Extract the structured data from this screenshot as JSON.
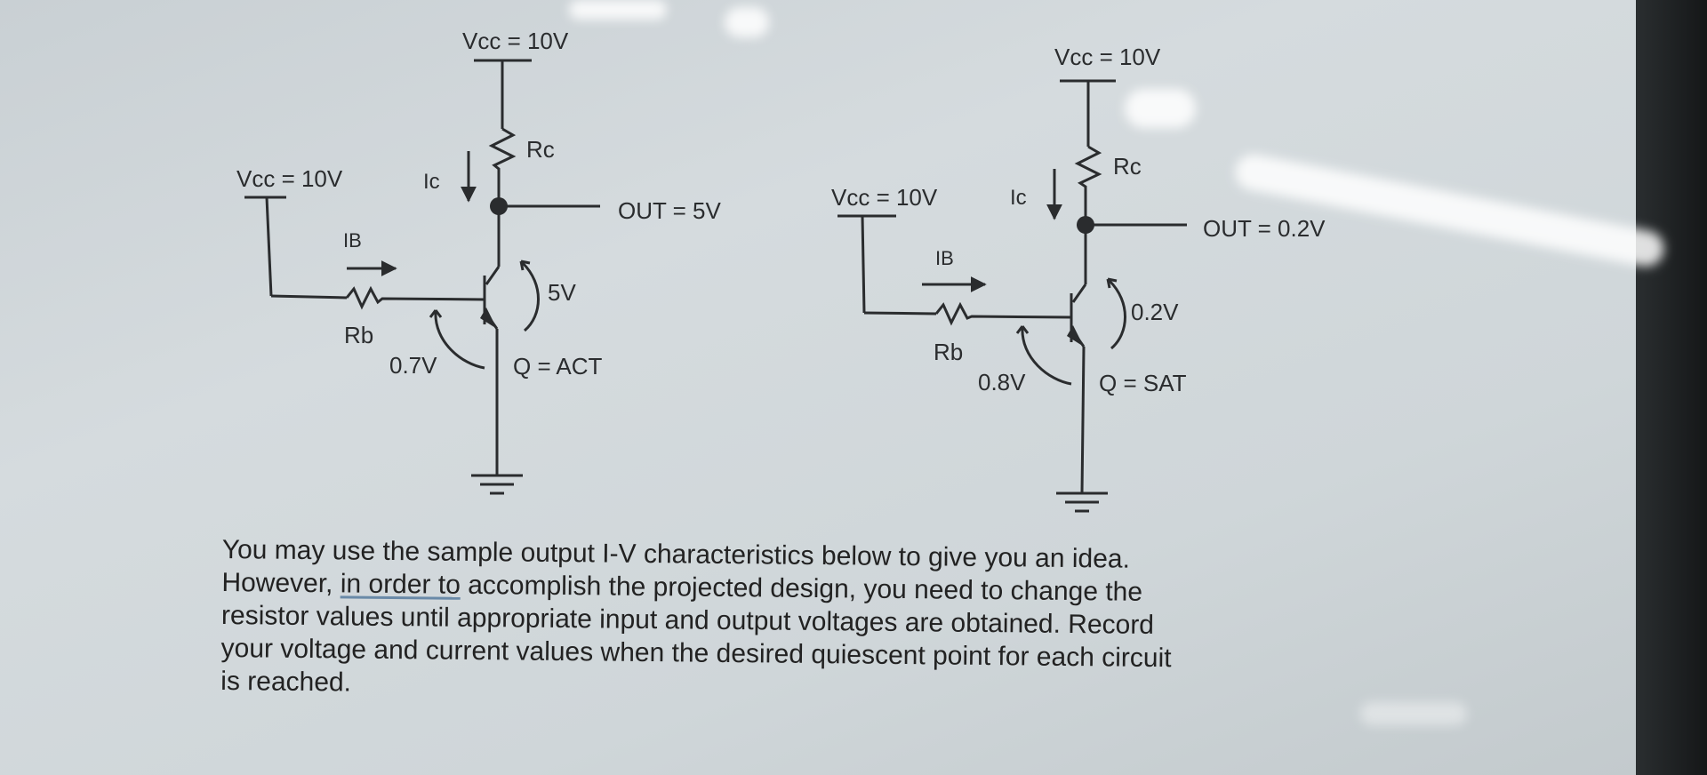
{
  "circuit_active": {
    "vcc_top": "Vcc = 10V",
    "vcc_left": "Vcc = 10V",
    "rc_label": "Rc",
    "ic_label": "Ic",
    "ib_label": "IB",
    "rb_label": "Rb",
    "out_label": "OUT = 5V",
    "vce_label": "5V",
    "vbe_label": "0.7V",
    "q_label": "Q = ACT"
  },
  "circuit_saturation": {
    "vcc_top": "Vcc = 10V",
    "vcc_left": "Vcc = 10V",
    "rc_label": "Rc",
    "ic_label": "Ic",
    "ib_label": "IB",
    "rb_label": "Rb",
    "out_label": "OUT = 0.2V",
    "vce_label": "0.2V",
    "vbe_label": "0.8V",
    "q_label": "Q = SAT"
  },
  "instructions": {
    "line1": "You may use the sample output I-V characteristics below to give you an idea.",
    "line2_pre": "However, ",
    "line2_link": "in order to",
    "line2_post": " accomplish the projected design, you need to change the",
    "line3": "resistor values until appropriate input and output voltages are obtained.  Record",
    "line4": "your voltage and current values when the desired quiescent point for each circuit",
    "line5": "is reached."
  }
}
